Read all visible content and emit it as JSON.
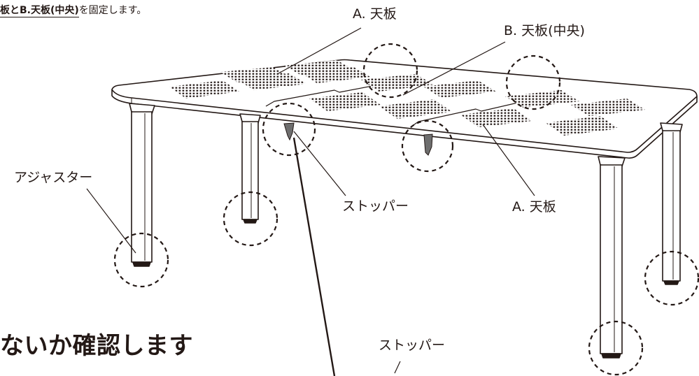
{
  "instruction": {
    "part1": "板と",
    "part2": "B.天板(中央)",
    "part3": "を固定します。"
  },
  "labels": {
    "top_a_upper": "A. 天板",
    "top_b_center": "B. 天板(中央)",
    "adjuster": "アジャスター",
    "stopper_mid": "ストッパー",
    "top_a_lower": "A. 天板",
    "stopper_bottom": "ストッパー"
  },
  "heading": "ないか確認します",
  "colors": {
    "line": "#231815",
    "stopper_fill": "#6e6e6e",
    "background": "#ffffff"
  }
}
